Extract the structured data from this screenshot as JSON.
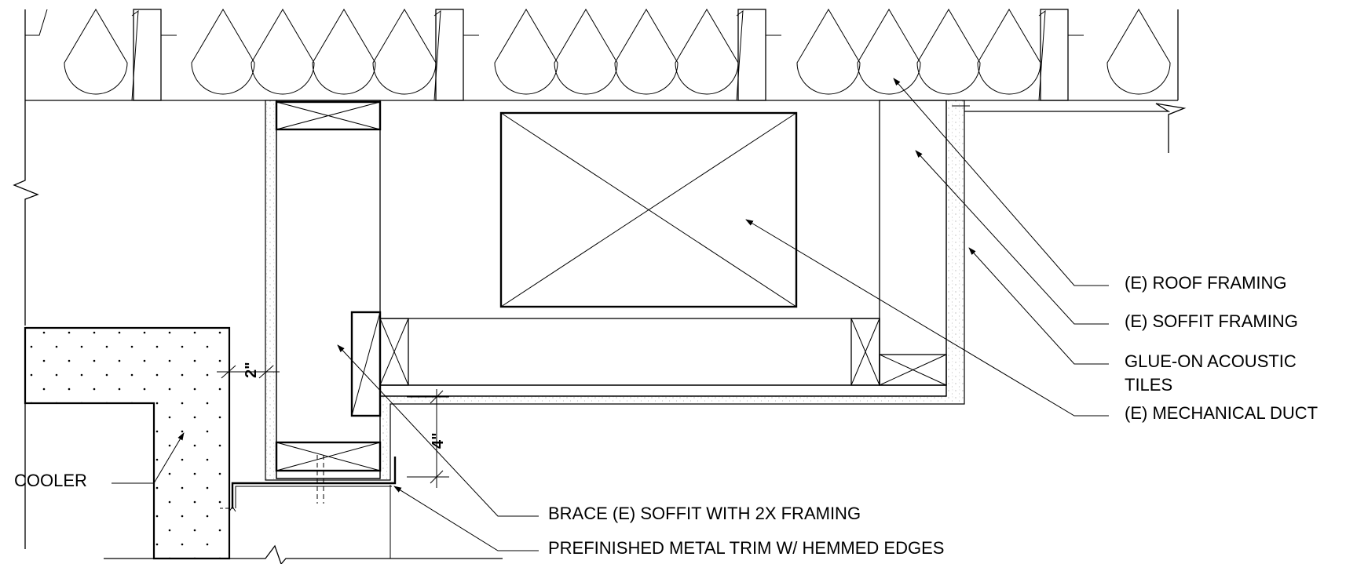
{
  "colors": {
    "ink": "#000000",
    "paper": "#ffffff",
    "tile_speckle": "#9a9a9a"
  },
  "labels": {
    "roof_framing": "(E) ROOF FRAMING",
    "soffit_framing": "(E) SOFFIT FRAMING",
    "acoustic_tiles_line1": "GLUE-ON ACOUSTIC",
    "acoustic_tiles_line2": "TILES",
    "mechanical_duct": "(E) MECHANICAL DUCT",
    "cooler": "COOLER",
    "brace_soffit": "BRACE (E) SOFFIT WITH 2X FRAMING",
    "metal_trim": "PREFINISHED METAL TRIM W/ HEMMED EDGES"
  },
  "dimensions": {
    "gap_cooler": "2\"",
    "trim_drop": "4\""
  },
  "icons": {
    "break_line": "break-line-icon",
    "leader_arrow": "arrowhead-icon"
  }
}
